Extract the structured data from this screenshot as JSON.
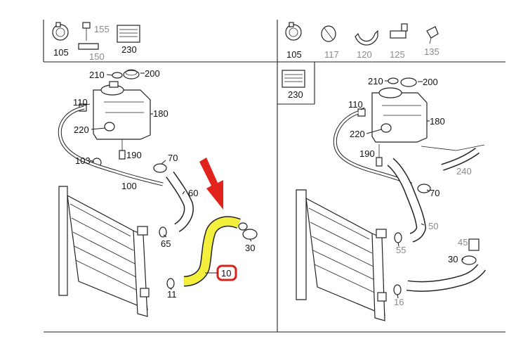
{
  "colors": {
    "highlight_fill": "#f4ee3c",
    "arrow_red": "#e0241b",
    "badge_red": "#d8231a",
    "gray_label": "#8a8a8a"
  },
  "left_panel": {
    "header_labels": [
      "105",
      "155",
      "150",
      "230"
    ],
    "callouts": [
      "210",
      "200",
      "110",
      "180",
      "220",
      "190",
      "103",
      "70",
      "100",
      "60",
      "65",
      "30",
      "11"
    ],
    "highlighted_part": "10"
  },
  "right_panel": {
    "header_labels": [
      "105",
      "117",
      "120",
      "125",
      "135",
      "230"
    ],
    "callouts": [
      "210",
      "200",
      "110",
      "180",
      "220",
      "190",
      "240",
      "70",
      "50",
      "55",
      "45",
      "30",
      "16"
    ]
  },
  "icons": [
    "hose-clamp-icon",
    "arrow-down-icon"
  ]
}
